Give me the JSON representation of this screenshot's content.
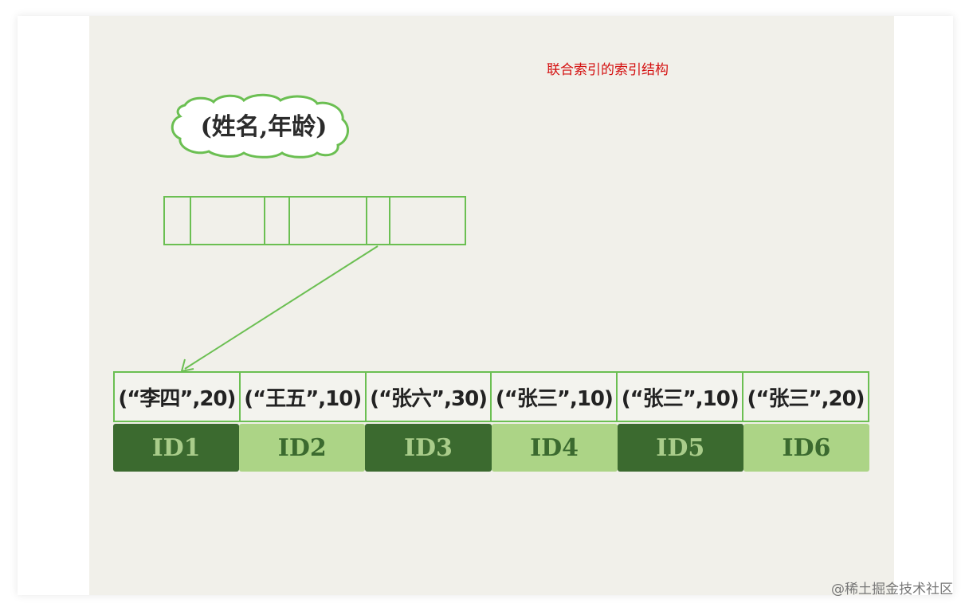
{
  "diagram": {
    "title": "联合索引的索引结构",
    "bubble_label": "(姓名,年龄)",
    "leaf": {
      "keys": [
        "(“李四”,20)",
        "(“王五”,10)",
        "(“张六”,30)",
        "(“张三”,10)",
        "(“张三”,10)",
        "(“张三”,20)"
      ],
      "ids": [
        "ID1",
        "ID2",
        "ID3",
        "ID4",
        "ID5",
        "ID6"
      ]
    }
  },
  "watermark": "@稀土掘金技术社区",
  "colors": {
    "title": "#d40f0f",
    "green_border": "#6bbf52",
    "dark_id_bg": "#3b6a2f",
    "light_id_bg": "#acd486",
    "canvas_bg": "#f1f0ea"
  }
}
